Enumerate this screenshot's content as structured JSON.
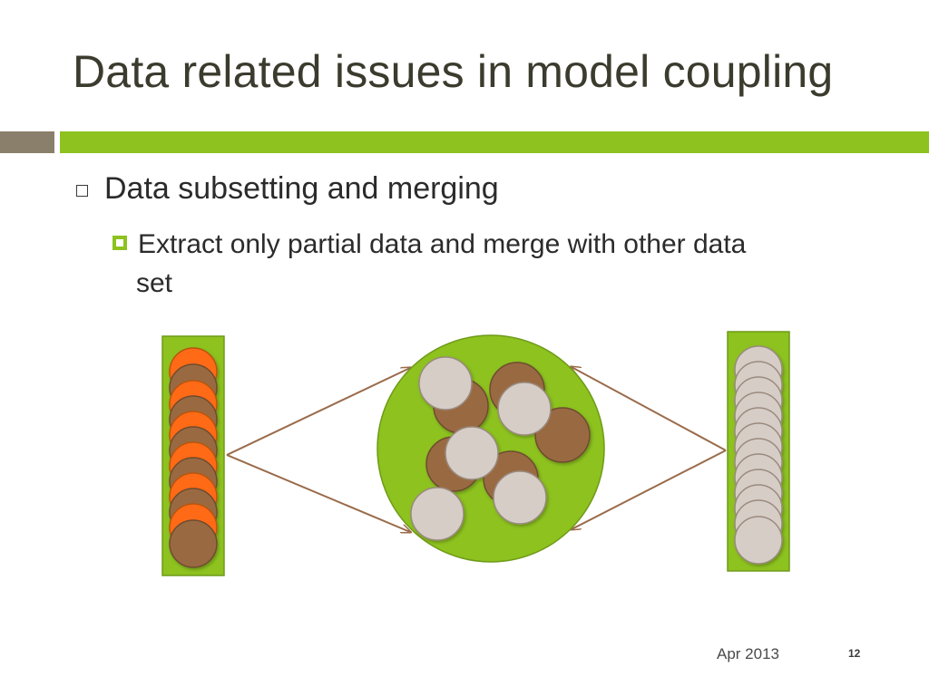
{
  "slide": {
    "title": "Data related issues in model coupling",
    "bullet_level1": "Data subsetting and merging",
    "bullet_level2_line1": "Extract only partial data and merge with other data",
    "bullet_level2_line2": "set",
    "footer_date": "Apr 2013",
    "page_number": "12"
  },
  "colors": {
    "accent_green": "#8dc21f",
    "accent_gray": "#8a7f6b",
    "orange_disc": "#ff6a13",
    "brown_disc": "#996b43",
    "pale_disc": "#d6cdc7",
    "arrow": "#9a6b4a"
  },
  "icons": {
    "level1_bullet": "hollow-square-icon",
    "level2_bullet": "green-square-icon"
  }
}
